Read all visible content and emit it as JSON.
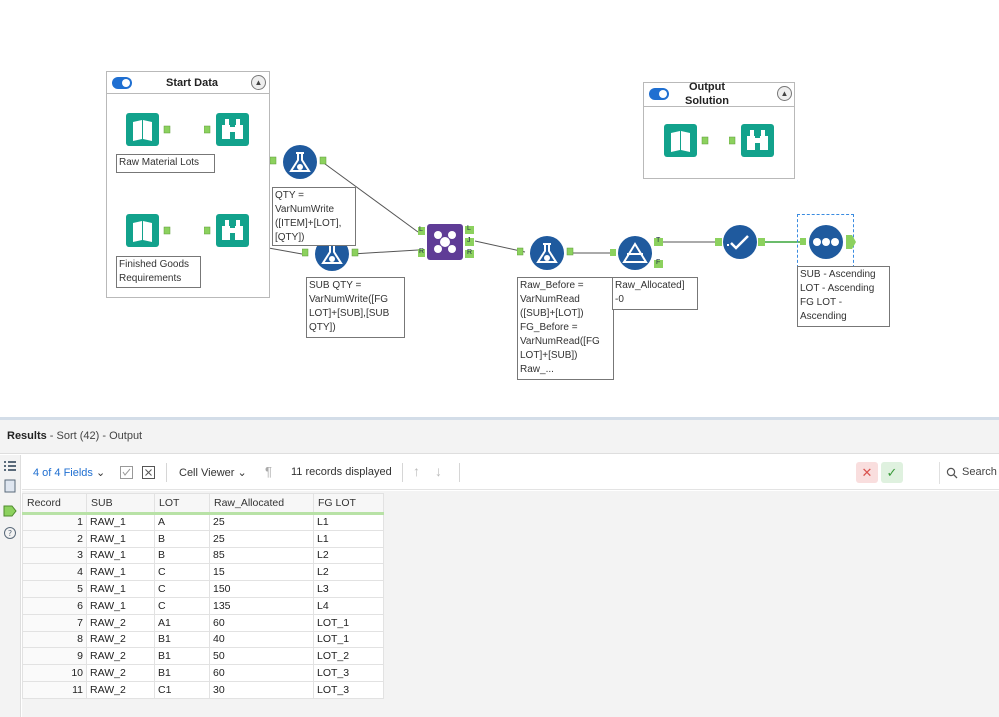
{
  "canvas": {
    "containers": {
      "start_data": {
        "title": "Start Data"
      },
      "output_solution": {
        "title": "Output Solution"
      }
    },
    "annotations": {
      "raw_material_lots": "Raw Material Lots",
      "finished_goods": "Finished Goods\nRequirements",
      "qty_formula": "QTY =\nVarNumWrite\n([ITEM]+[LOT],\n[QTY])",
      "sub_qty_formula": "SUB QTY =\nVarNumWrite([FG\nLOT]+[SUB],[SUB\nQTY])",
      "raw_before_formula": "Raw_Before =\nVarNumRead\n([SUB]+[LOT])\nFG_Before =\nVarNumRead([FG\nLOT]+[SUB])\nRaw_...",
      "filter_expr": "Raw_Allocated]\n-0",
      "sort_config": "SUB - Ascending\nLOT - Ascending\nFG LOT -\nAscending"
    },
    "anchors": {
      "join_left": "L",
      "join_join": "J",
      "join_right": "R",
      "filter_true": "T",
      "filter_false": "F"
    }
  },
  "results": {
    "title": "Results",
    "subtitle": " - Sort (42) - Output",
    "toolbar": {
      "fields_label": "4 of 4 Fields",
      "cell_viewer_label": "Cell Viewer",
      "records_label": "11 records displayed",
      "search_placeholder": "Search"
    },
    "columns": [
      "Record",
      "SUB",
      "LOT",
      "Raw_Allocated",
      "FG LOT"
    ],
    "rows": [
      [
        "1",
        "RAW_1",
        "A",
        "25",
        "L1"
      ],
      [
        "2",
        "RAW_1",
        "B",
        "25",
        "L1"
      ],
      [
        "3",
        "RAW_1",
        "B",
        "85",
        "L2"
      ],
      [
        "4",
        "RAW_1",
        "C",
        "15",
        "L2"
      ],
      [
        "5",
        "RAW_1",
        "C",
        "150",
        "L3"
      ],
      [
        "6",
        "RAW_1",
        "C",
        "135",
        "L4"
      ],
      [
        "7",
        "RAW_2",
        "A1",
        "60",
        "LOT_1"
      ],
      [
        "8",
        "RAW_2",
        "B1",
        "40",
        "LOT_1"
      ],
      [
        "9",
        "RAW_2",
        "B1",
        "50",
        "LOT_2"
      ],
      [
        "10",
        "RAW_2",
        "B1",
        "60",
        "LOT_3"
      ],
      [
        "11",
        "RAW_2",
        "C1",
        "30",
        "LOT_3"
      ]
    ]
  },
  "colors": {
    "accent_teal": "#12a28c",
    "formula_blue": "#1f5a9e",
    "join_purple": "#5f3c96",
    "anchor_green": "#8cd15e",
    "header_underline": "#b8e2a6"
  }
}
